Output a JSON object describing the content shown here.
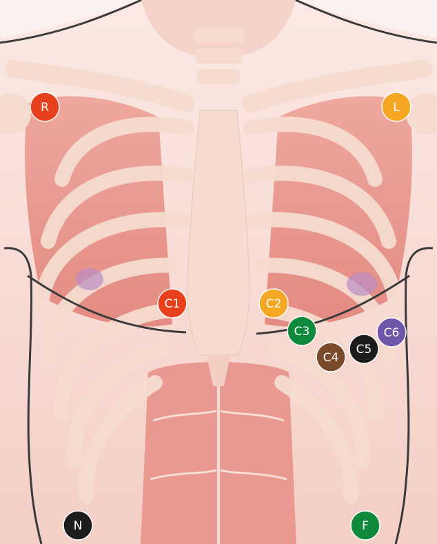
{
  "electrodes": [
    {
      "id": "R",
      "label": "R",
      "color": "#e8401c"
    },
    {
      "id": "L",
      "label": "L",
      "color": "#f5a623"
    },
    {
      "id": "C1",
      "label": "C1",
      "color": "#e8401c"
    },
    {
      "id": "C2",
      "label": "C2",
      "color": "#f5a623"
    },
    {
      "id": "C3",
      "label": "C3",
      "color": "#0f8a3c"
    },
    {
      "id": "C4",
      "label": "C4",
      "color": "#7a4a2a"
    },
    {
      "id": "C5",
      "label": "C5",
      "color": "#1c1c1c"
    },
    {
      "id": "C6",
      "label": "C6",
      "color": "#6e56a8"
    },
    {
      "id": "N",
      "label": "N",
      "color": "#1c1c1c"
    },
    {
      "id": "F",
      "label": "F",
      "color": "#0f8a3c"
    }
  ],
  "colors": {
    "skin": "#f7d9d2",
    "muscle": "#e88f86",
    "bone": "#f6dcd0",
    "outline": "#3a3a3a",
    "nipple": "#b88dc4"
  }
}
